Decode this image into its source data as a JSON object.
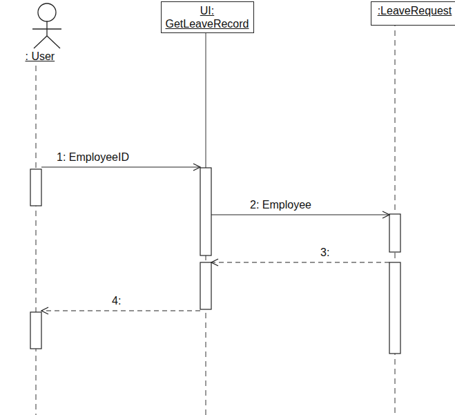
{
  "diagram": {
    "nodes": [
      {
        "text": [
          ": User"
        ]
      },
      {
        "text": [
          "UI: GetLeaveRecord"
        ]
      },
      {
        "text": [
          ":LeaveRequest"
        ]
      }
    ],
    "edges": [
      {
        "from": 0,
        "to": 1,
        "label": "1: EmployeeID",
        "arrow": "to"
      },
      {
        "from": 1,
        "to": 2,
        "label": "2: Employee",
        "arrow": "to"
      },
      {
        "from": 2,
        "to": 1,
        "label": "3:",
        "arrow": "to"
      },
      {
        "from": 1,
        "to": 0,
        "label": "4:",
        "arrow": "to"
      }
    ]
  }
}
